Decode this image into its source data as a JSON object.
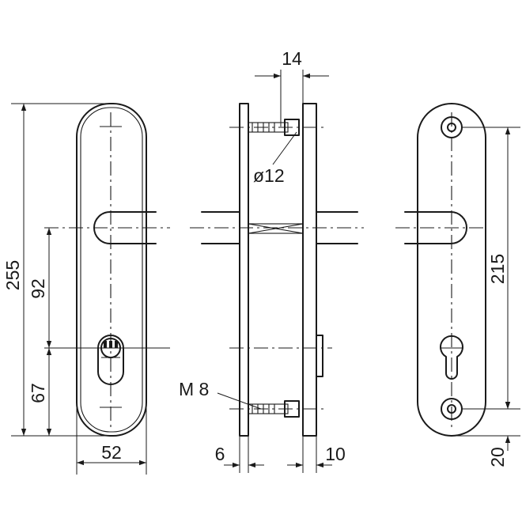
{
  "views": [
    "front-view",
    "side-section-view",
    "back-view"
  ],
  "dimensions": {
    "overall_height": "255",
    "handle_to_cylinder": "92",
    "cylinder_to_bottom": "67",
    "plate_width": "52",
    "screw_spacer_width": "14",
    "spacer_diameter": "ø12",
    "thread": "M 8",
    "front_plate_thickness": "6",
    "back_plate_thickness": "10",
    "screw_hole_spacing": "215",
    "bottom_hole_offset": "20"
  }
}
